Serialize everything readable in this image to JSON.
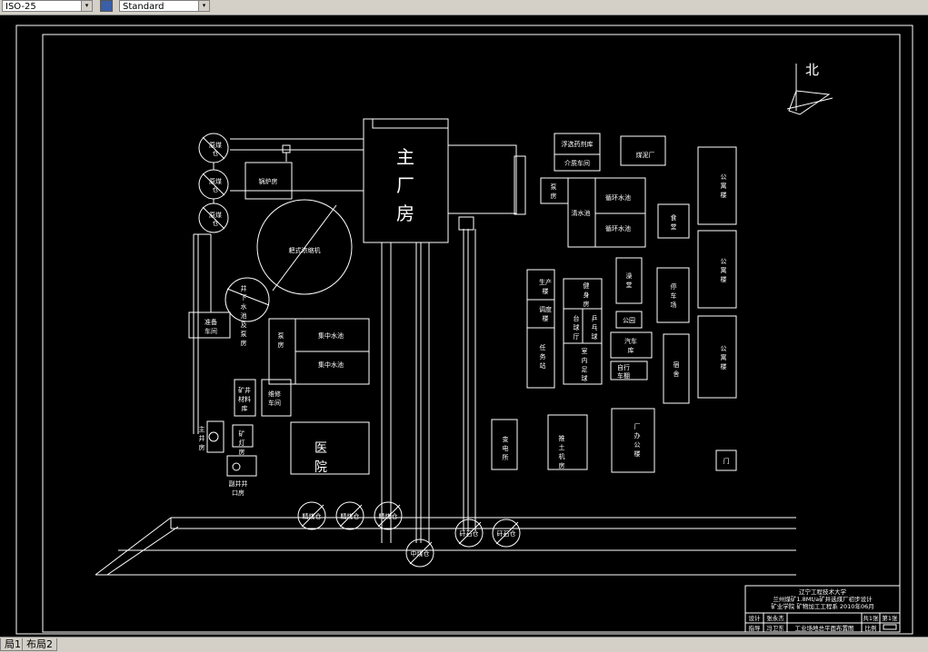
{
  "toolbar": {
    "dimstyle_value": "ISO-25",
    "textstyle_value": "Standard",
    "arrow_glyph": "▾"
  },
  "layout_tabs": [
    "局1",
    "布局2"
  ],
  "drawing": {
    "north_label": "北",
    "buildings": {
      "main_plant": [
        "主",
        "厂",
        "房"
      ],
      "coal_bunker_1": [
        "原煤",
        "仓"
      ],
      "coal_bunker_2": [
        "原煤",
        "仓"
      ],
      "coal_bunker_3": [
        "原煤",
        "仓"
      ],
      "boiler_room": "锅炉房",
      "thickener": "耙式浓缩机",
      "mine_pool": [
        "井",
        "下",
        "水",
        "池",
        "及",
        "泵",
        "房"
      ],
      "pump_room_1": [
        "泵",
        "房"
      ],
      "collect_pool_1": "集中水池",
      "collect_pool_2": "集中水池",
      "prep_workshop": [
        "准备",
        "车间"
      ],
      "mine_material": [
        "矿井",
        "材料",
        "库"
      ],
      "repair_workshop": [
        "维修",
        "车间"
      ],
      "main_shaft": [
        "主",
        "井",
        "房"
      ],
      "lamp_room": [
        "矿",
        "灯",
        "房"
      ],
      "hospital": [
        "医",
        "院"
      ],
      "aux_shaft": [
        "副井井",
        "口房"
      ],
      "flotation_reagent": "浮选药剂库",
      "medium_workshop": "介质车间",
      "coal_slime_plant": "煤泥厂",
      "pump_room_2": [
        "泵",
        "房"
      ],
      "clear_pool": "清水池",
      "circ_pool_1": "循环水池",
      "circ_pool_2": "循环水池",
      "office_1": [
        "公",
        "寓",
        "楼"
      ],
      "office_2": [
        "公",
        "寓",
        "楼"
      ],
      "office_3": [
        "公",
        "寓",
        "楼"
      ],
      "canteen": [
        "食",
        "堂"
      ],
      "production": [
        "生产",
        "楼"
      ],
      "dispatch": [
        "调度",
        "楼"
      ],
      "work_shop": [
        "任",
        "务",
        "站"
      ],
      "fitness": [
        "健",
        "身",
        "房"
      ],
      "dance": [
        "台",
        "球",
        "厅"
      ],
      "pingpong": [
        "乒",
        "乓",
        "球"
      ],
      "indoor_ball": [
        "室",
        "内",
        "足",
        "球"
      ],
      "bath": [
        "澡",
        "堂"
      ],
      "parking": [
        "停",
        "车",
        "场"
      ],
      "park": "公园",
      "garage": [
        "汽车",
        "库"
      ],
      "bike_shed": [
        "自行",
        "车棚"
      ],
      "guard": [
        "宿",
        "舍"
      ],
      "substation": [
        "变",
        "电",
        "所"
      ],
      "machine_room": [
        "推",
        "土",
        "机",
        "房"
      ],
      "factory_office": [
        "厂",
        "办",
        "公",
        "楼"
      ],
      "gate": "门",
      "silo_1": "精煤仓",
      "silo_2": "精煤仓",
      "silo_3": "精煤仓",
      "silo_4": "中煤仓",
      "silo_5": "矸石仓",
      "silo_6": "矸石仓"
    },
    "title_block": {
      "line1": "辽宁工程技术大学",
      "line2": "兰州煤矿1.8Mt/a矿井选煤厂初步设计",
      "line3": "矿业学院 矿物加工工程系 2010年06月",
      "label_design": "设计",
      "name_design": "张永杰",
      "label_check": "指导",
      "name_check": "冯卫东",
      "drawing_name": "工业场地总平面布置图",
      "label_sheet": "共1张",
      "sheet_no": "第1张",
      "label_scale": "比例"
    }
  }
}
